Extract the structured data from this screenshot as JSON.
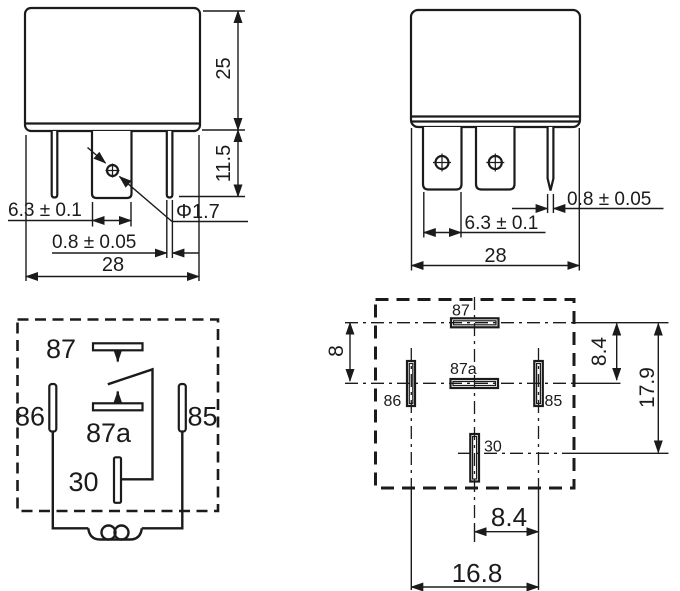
{
  "front_view": {
    "dims": {
      "body_height": "25",
      "pin_length": "11.5",
      "pin_width": "6.3 ± 0.1",
      "pin_thickness": "0.8 ± 0.05",
      "hole_diameter": "Φ1.7",
      "body_width": "28"
    }
  },
  "side_view": {
    "dims": {
      "pin_thickness": "0.8 ± 0.05",
      "pin_width": "6.3 ± 0.1",
      "body_width": "28"
    }
  },
  "schematic": {
    "pin_87": "87",
    "pin_87a": "87a",
    "pin_86": "86",
    "pin_85": "85",
    "pin_30": "30"
  },
  "bottom_view": {
    "pins": {
      "pin_87": "87",
      "pin_87a": "87a",
      "pin_86": "86",
      "pin_85": "85",
      "pin_30": "30"
    },
    "dims": {
      "row_offset": "8",
      "row_spacing": "8.4",
      "overall_length": "17.9",
      "col_half_spacing": "8.4",
      "col_spacing": "16.8"
    }
  }
}
